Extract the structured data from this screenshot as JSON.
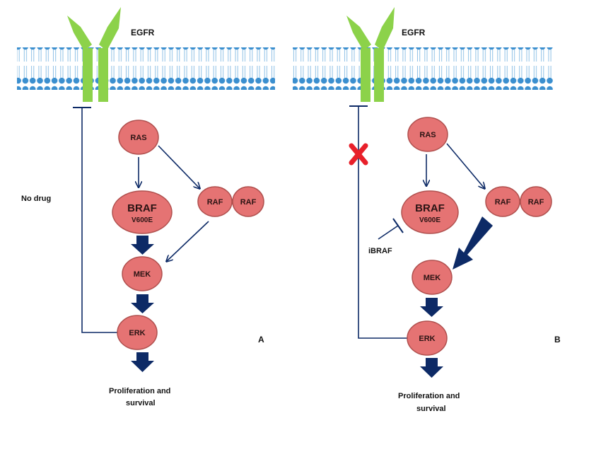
{
  "colors": {
    "node_fill": "#e57373",
    "node_stroke": "#b0504e",
    "arrow": "#0d2a66",
    "membrane": "#3b8fcf",
    "receptor": "#8cd24a",
    "inhibit_cross": "#e8202a"
  },
  "panels": [
    {
      "id": "A",
      "receptor_label": "EGFR",
      "condition_label": "No drug",
      "nodes": {
        "ras": "RAS",
        "braf": "BRAF",
        "braf_mutation": "V600E",
        "raf1": "RAF",
        "raf2": "RAF",
        "mek": "MEK",
        "erk": "ERK"
      },
      "outcome_line1": "Proliferation and",
      "outcome_line2": "survival",
      "panel_letter": "A"
    },
    {
      "id": "B",
      "receptor_label": "EGFR",
      "drug_label": "iBRAF",
      "nodes": {
        "ras": "RAS",
        "braf": "BRAF",
        "braf_mutation": "V600E",
        "raf1": "RAF",
        "raf2": "RAF",
        "mek": "MEK",
        "erk": "ERK"
      },
      "outcome_line1": "Proliferation and",
      "outcome_line2": "survival",
      "panel_letter": "B"
    }
  ]
}
